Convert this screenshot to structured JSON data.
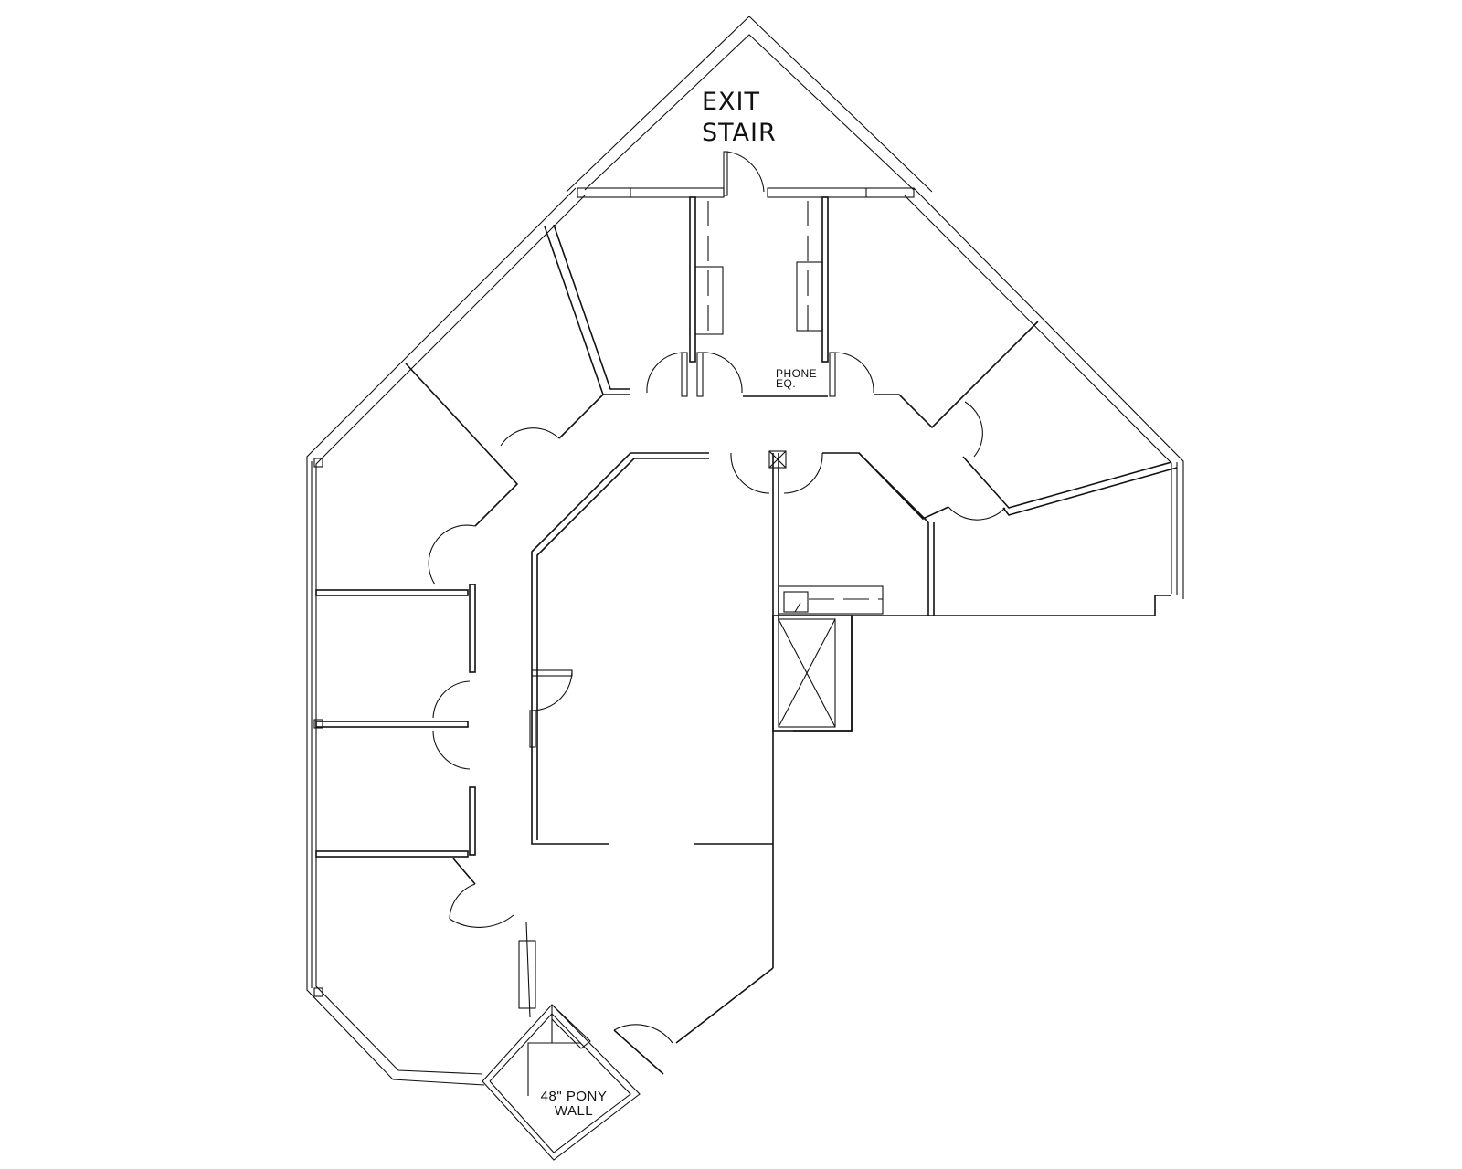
{
  "drawing": {
    "type": "architectural floor plan",
    "background": "#ffffff",
    "line_color": "#111111"
  },
  "labels": {
    "exit_stair_line1": "EXIT",
    "exit_stair_line2": "STAIR",
    "phone_eq_line1": "PHONE",
    "phone_eq_line2": "EQ.",
    "pony_wall_line1": "48\" PONY",
    "pony_wall_line2": "WALL"
  },
  "symbols": [
    {
      "name": "elevator-shaft",
      "shape": "box with X"
    },
    {
      "name": "column",
      "shape": "small box with X"
    },
    {
      "name": "sink",
      "shape": "square basin"
    },
    {
      "name": "equipment-racks",
      "count": 2
    }
  ]
}
